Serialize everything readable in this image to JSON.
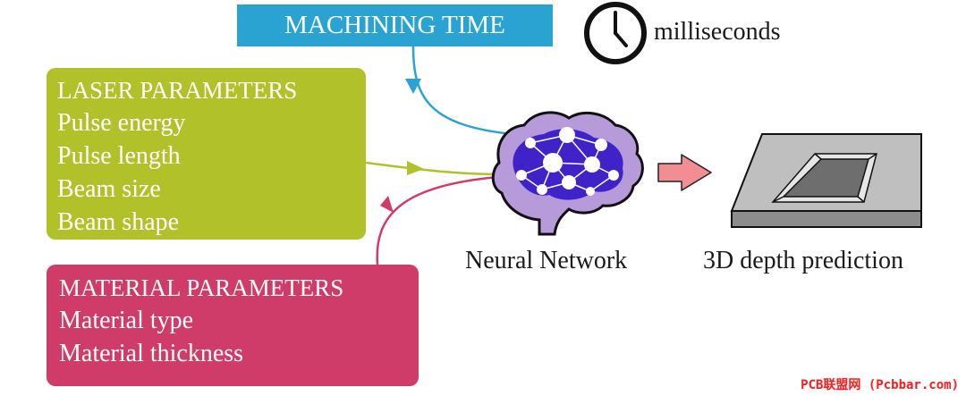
{
  "machining": {
    "title": "MACHINING TIME"
  },
  "clock": {
    "label": "milliseconds",
    "icon": "clock-icon"
  },
  "laser": {
    "title": "LASER PARAMETERS",
    "items": [
      "Pulse energy",
      "Pulse length",
      "Beam size",
      "Beam shape"
    ]
  },
  "material": {
    "title": "MATERIAL PARAMETERS",
    "items": [
      "Material type",
      "Material thickness"
    ]
  },
  "network": {
    "label": "Neural Network",
    "icon": "brain-network-icon"
  },
  "prediction": {
    "label": "3D depth prediction",
    "icon": "depth-block-icon"
  },
  "watermark": "PCB联盟网 (Pcbbar.com)",
  "colors": {
    "machining": "#2aa3d3",
    "laser": "#b1c12a",
    "material": "#cf3c6a",
    "arrow": "#f28d94",
    "brain": "#b69ad9",
    "network_fill": "#3f23c9"
  }
}
